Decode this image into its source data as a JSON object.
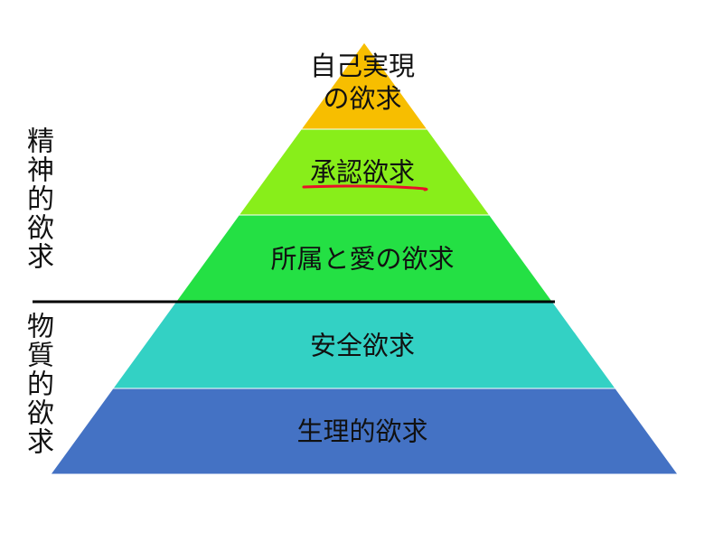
{
  "title": "Maslow's hierarchy of needs",
  "layers": [
    {
      "lines": [
        "自己実現",
        "の欲求"
      ],
      "color": "#F7BE00"
    },
    {
      "lines": [
        "承認欲求"
      ],
      "color": "#88EE1A",
      "underlined": true
    },
    {
      "lines": [
        "所属と愛の欲求"
      ],
      "color": "#24E044"
    },
    {
      "lines": [
        "安全欲求"
      ],
      "color": "#33D1C4"
    },
    {
      "lines": [
        "生理的欲求"
      ],
      "color": "#4472C4"
    }
  ],
  "side_labels": {
    "upper": "精神的欲求",
    "lower": "物質的欲求"
  },
  "underline_color": "#E8102A",
  "divider_color": "#000000"
}
